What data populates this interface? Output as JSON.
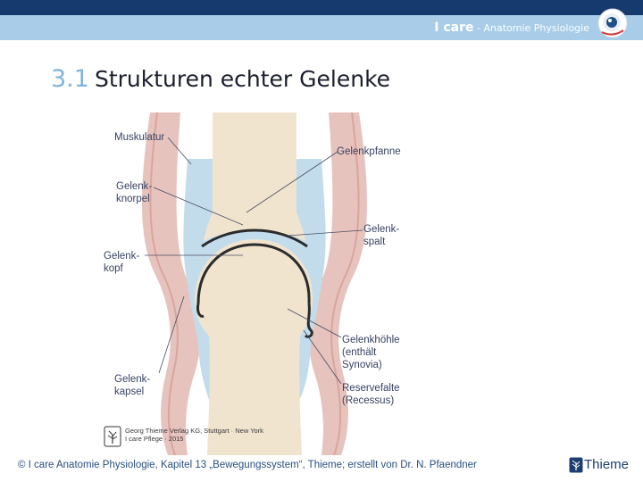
{
  "header": {
    "brand_main": "I care",
    "brand_sep": " - ",
    "brand_sub": "Anatomie Physiologie"
  },
  "title": {
    "number": "3.1",
    "text": "Strukturen echter Gelenke"
  },
  "diagram": {
    "labels": {
      "muskulatur": "Muskulatur",
      "gelenkpfanne": "Gelenkpfanne",
      "gelenkknorpel_1": "Gelenk-",
      "gelenkknorpel_2": "knorpel",
      "gelenkspalt_1": "Gelenk-",
      "gelenkspalt_2": "spalt",
      "gelenkkopf_1": "Gelenk-",
      "gelenkkopf_2": "kopf",
      "gelenkhoehle_1": "Gelenkhöhle",
      "gelenkhoehle_2": "(enthält",
      "gelenkhoehle_3": "Synovia)",
      "gelenkkapsel_1": "Gelenk-",
      "gelenkkapsel_2": "kapsel",
      "reservefalte_1": "Reservefalte",
      "reservefalte_2": "(Recessus)"
    },
    "colors": {
      "muscle": "#e7c3bd",
      "muscle_dark": "#d9a59d",
      "bone": "#f1e4cf",
      "synovia": "#c3dcec",
      "cartilage": "#2b2b2b"
    }
  },
  "publisher": {
    "line1": "Georg Thieme Verlag KG, Stuttgart · New York",
    "line2": "I care Pflege · 2015"
  },
  "footer": {
    "text": "© I care Anatomie Physiologie, Kapitel 13 „Bewegungssystem“, Thieme; erstellt von Dr. N. Pfaendner",
    "logo_text": "Thieme"
  }
}
